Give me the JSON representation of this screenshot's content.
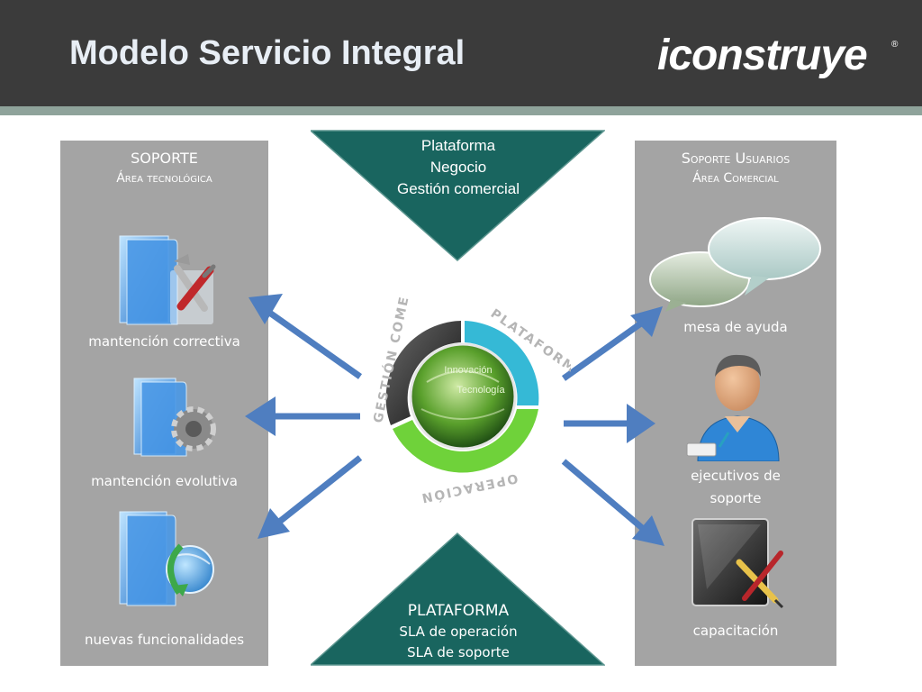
{
  "header": {
    "title": "Modelo Servicio Integral",
    "logo": "iconstruye",
    "logo_mark": "®"
  },
  "left_panel": {
    "heading": "SOPORTE",
    "subheading": "Área tecnológica",
    "items": [
      {
        "label": "mantención correctiva",
        "icon": "folder-tools-icon"
      },
      {
        "label": "mantención evolutiva",
        "icon": "folder-gear-icon"
      },
      {
        "label": "nuevas funcionalidades",
        "icon": "folder-globe-icon"
      }
    ]
  },
  "right_panel": {
    "heading": "Soporte Usuarios",
    "subheading": "Área Comercial",
    "items": [
      {
        "label": "mesa de ayuda",
        "icon": "speech-bubbles-icon"
      },
      {
        "label_line1": "ejecutivos de",
        "label_line2": "soporte",
        "icon": "support-agent-icon"
      },
      {
        "label": "capacitación",
        "icon": "board-pen-icon"
      }
    ]
  },
  "top_triangle": {
    "line1": "Plataforma",
    "line2": "Negocio",
    "line3": "Gestión comercial"
  },
  "bottom_triangle": {
    "line1": "PLATAFORMA",
    "line2": "SLA de operación",
    "line3": "SLA de soporte"
  },
  "center_ring": {
    "segments": [
      "GESTIÓN COMERCIAL",
      "PLATAFORMA",
      "OPERACIÓN"
    ],
    "inner_text_1": "Innovación",
    "inner_text_2": "Tecnología"
  },
  "colors": {
    "teal": "#19655f",
    "panel_gray": "#a4a4a4",
    "arrow_blue": "#4f7ec0",
    "header_bg": "#3b3b3b"
  }
}
